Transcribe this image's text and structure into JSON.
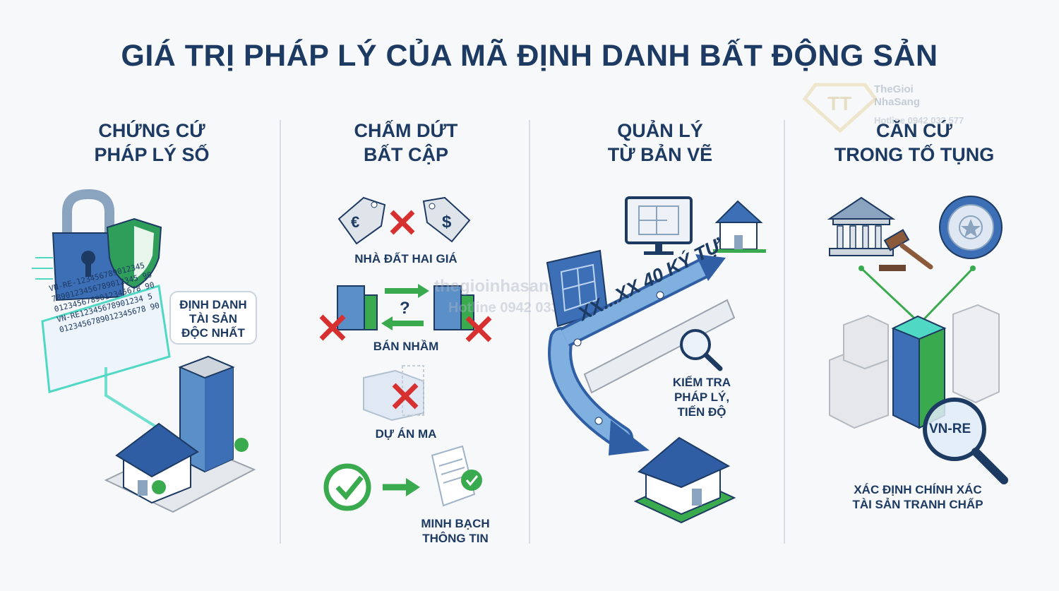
{
  "title": "GIÁ TRỊ PHÁP LÝ CỦA MÃ ĐỊNH DANH BẤT ĐỘNG SẢN",
  "watermark": {
    "brand_line1": "TheGioi",
    "brand_line2": "NhaSang",
    "hotline_faded": "Hotline 0942 033 577",
    "site": "thegioinhasang.com",
    "hotline": "Hotline 0942 033 577"
  },
  "columns": [
    {
      "title_line1": "CHỨNG CỨ",
      "title_line2": "PHÁP LÝ SỐ",
      "code_lines": [
        "VN-RE-123456789012345",
        "7890123456789012345 90",
        "0123456789012345678 90",
        "VN-RE12345678901234 5",
        "0123456789012345678 90"
      ],
      "bubble_line1": "ĐỊNH DANH",
      "bubble_line2": "TÀI SẢN",
      "bubble_line3": "ĐỘC NHẤT"
    },
    {
      "title_line1": "CHẤM DỨT",
      "title_line2": "BẤT CẬP",
      "label_two_price": "NHÀ ĐẤT HAI GIÁ",
      "label_wrong_sale": "BÁN NHẦM",
      "label_ghost": "DỰ ÁN MA",
      "label_transparent_1": "MINH BẠCH",
      "label_transparent_2": "THÔNG TIN",
      "question_mark": "?",
      "euro": "€",
      "dollar": "$"
    },
    {
      "title_line1": "QUẢN LÝ",
      "title_line2": "TỪ BẢN VẼ",
      "tag_text": "XX...XX 40 KÝ TỰ",
      "check_1": "KIỂM TRA",
      "check_2": "PHÁP LÝ,",
      "check_3": "TIẾN ĐỘ"
    },
    {
      "title_line1": "CĂN CỨ",
      "title_line2": "TRONG TỐ TỤNG",
      "magnifier_text": "VN-RE",
      "label_1": "XÁC ĐỊNH CHÍNH XÁC",
      "label_2": "TÀI SẢN TRANH CHẤP"
    }
  ],
  "colors": {
    "navy": "#1d3a63",
    "blue": "#3d6fb6",
    "green": "#3aaa4f",
    "red": "#d63031",
    "teal_glow": "#4fd8c4",
    "gray": "#cfd5dc"
  }
}
